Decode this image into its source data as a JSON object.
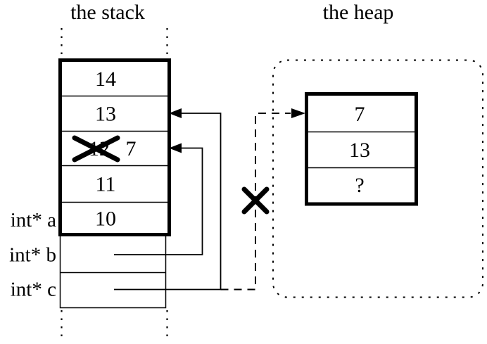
{
  "titles": {
    "stack": "the stack",
    "heap": "the heap"
  },
  "stack": {
    "cells": [
      {
        "value": "14",
        "crossed_out": false
      },
      {
        "value": "13",
        "crossed_out": false
      },
      {
        "value": "12",
        "crossed_out": true,
        "replacement": "7"
      },
      {
        "value": "11",
        "crossed_out": false
      },
      {
        "value": "10",
        "crossed_out": false
      }
    ],
    "pointer_labels": [
      "int* a",
      "int* b",
      "int* c"
    ]
  },
  "heap": {
    "cells": [
      "7",
      "13",
      "?"
    ]
  },
  "pointers": {
    "b_target": "stack cell 7 (was 12)",
    "c_target": "stack cell 13",
    "dangling_target": "heap cell 7",
    "dangling_invalid": true
  },
  "colors": {
    "ink": "#000000",
    "paper": "#ffffff"
  }
}
